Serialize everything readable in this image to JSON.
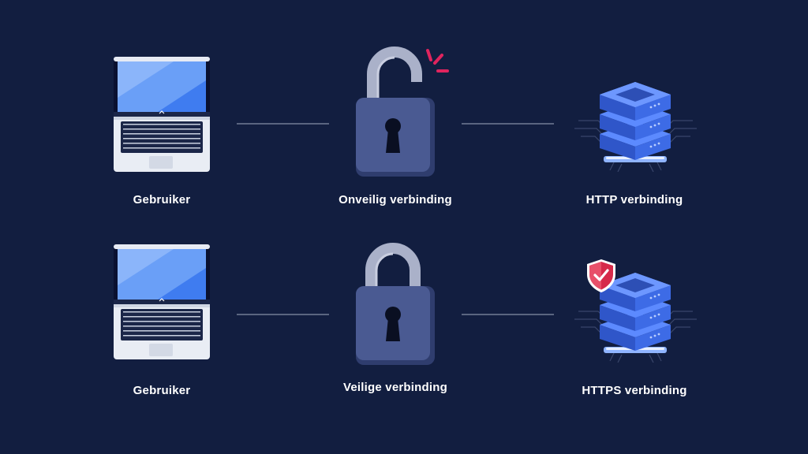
{
  "rows": [
    {
      "user_label": "Gebruiker",
      "lock_label": "Onveilig verbinding",
      "lock_state": "open",
      "server_label": "HTTP verbinding",
      "server_badge": "none"
    },
    {
      "user_label": "Gebruiker",
      "lock_label": "Veilige verbinding",
      "lock_state": "closed",
      "server_label": "HTTPS verbinding",
      "server_badge": "shield-check"
    }
  ],
  "colors": {
    "background": "#121e40",
    "connector": "#5a6580",
    "lock_body": "#4a5a92",
    "shackle": "#aab1c9",
    "server": "#3f6ef0",
    "alert": "#e0245e",
    "shield": "#d62a4a",
    "label": "#ffffff"
  }
}
